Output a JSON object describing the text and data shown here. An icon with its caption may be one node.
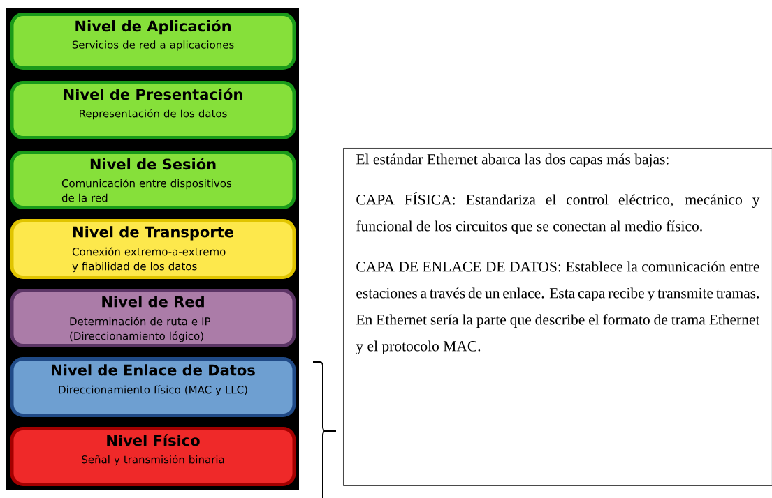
{
  "diagram": {
    "nodes": [
      {
        "text": [
          "Nivel de Aplicación",
          "Servicios de red a aplicaciones"
        ]
      },
      {
        "text": [
          "Nivel de Presentación",
          "Representación de los datos"
        ]
      },
      {
        "text": [
          "Nivel de Sesión",
          "Comunicación entre dispositivos de la red"
        ]
      },
      {
        "text": [
          "Nivel de Transporte",
          "Conexión extremo-a-extremo y fiabilidad de los datos"
        ]
      },
      {
        "text": [
          "Nivel de Red",
          "Determinación de ruta e IP (Direccionamiento lógico)"
        ]
      },
      {
        "text": [
          "Nivel de Enlace de Datos",
          "Direccionamiento físico (MAC y LLC)"
        ]
      },
      {
        "text": [
          "Nivel Físico",
          "Señal y transmisión binaria"
        ]
      },
      {
        "text": [
          "El estándar Ethernet abarca las dos capas más bajas:",
          "CAPA FÍSICA: Estandariza el control eléctrico, mecánico y funcional de los circuitos que se conectan al medio físico.",
          "CAPA DE ENLACE DE DATOS: Establece la comunicación entre estaciones a través de un enlace. Esta capa recibe y transmite tramas. En Ethernet sería la parte que describe el formato de trama Ethernet y el protocolo MAC."
        ]
      }
    ]
  }
}
